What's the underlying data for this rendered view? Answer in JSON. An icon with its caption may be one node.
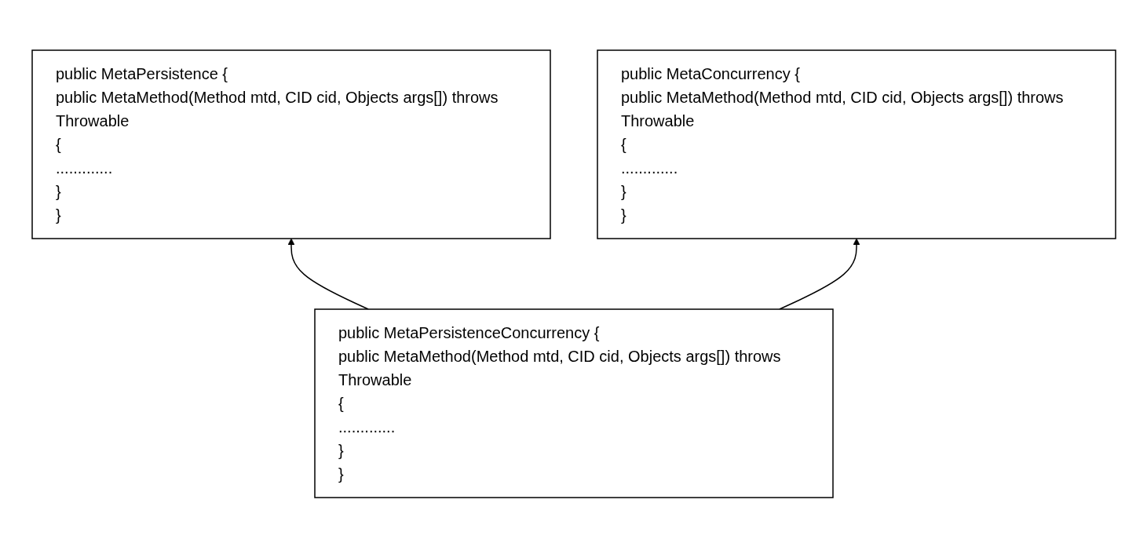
{
  "diagram": {
    "nodes": [
      {
        "text": [
          "public MetaPersistence {",
          "public MetaMethod(Method mtd, CID cid, Objects args[]) throws Throwable",
          "{",
          ".............",
          "}",
          "}"
        ]
      },
      {
        "text": [
          "public MetaConcurrency {",
          "public MetaMethod(Method mtd, CID cid, Objects args[]) throws Throwable",
          "{",
          ".............",
          "}",
          "}"
        ]
      },
      {
        "text": [
          "public MetaPersistenceConcurrency {",
          "public MetaMethod(Method mtd, CID cid, Objects args[]) throws Throwable",
          "{",
          ".............",
          "}",
          "}"
        ]
      }
    ],
    "edges": [
      {
        "from": 2,
        "to": 0,
        "arrow": "to"
      },
      {
        "from": 2,
        "to": 1,
        "arrow": "to"
      }
    ]
  }
}
